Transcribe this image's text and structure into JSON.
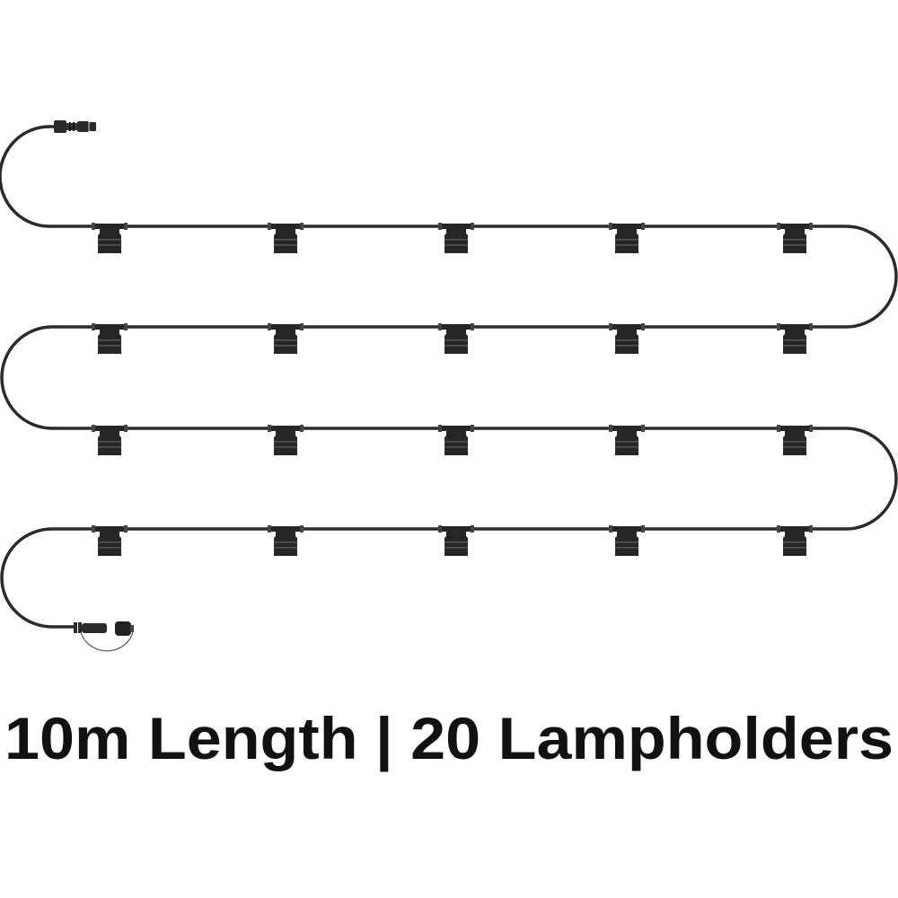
{
  "caption": "10m Length | 20 Lampholders",
  "diagram": {
    "rows": 4,
    "lampholders_per_row": 5,
    "colors": {
      "cable": "#2b2b2b",
      "lampholder": "#262626",
      "background": "#ffffff",
      "text": "#111111"
    }
  }
}
